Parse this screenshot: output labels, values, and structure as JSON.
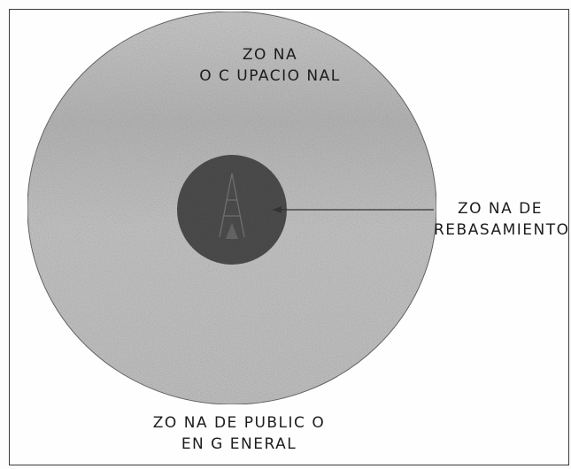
{
  "zones": {
    "occupational": {
      "line1": "ZO NA",
      "line2": "O C UPACIO NAL"
    },
    "overflow": {
      "line1": "ZO NA DE",
      "line2": "REBASAMIENTO"
    },
    "public": {
      "line1": "ZO NA DE PUBLIC O",
      "line2": "EN G ENERAL"
    }
  },
  "colors": {
    "outer_zone": "#c4c4c4",
    "inner_zone": "#4e4e4e",
    "border": "#3a3a3a",
    "text": "#1c1c1c"
  },
  "icons": {
    "antenna": "antenna-tower-icon"
  }
}
